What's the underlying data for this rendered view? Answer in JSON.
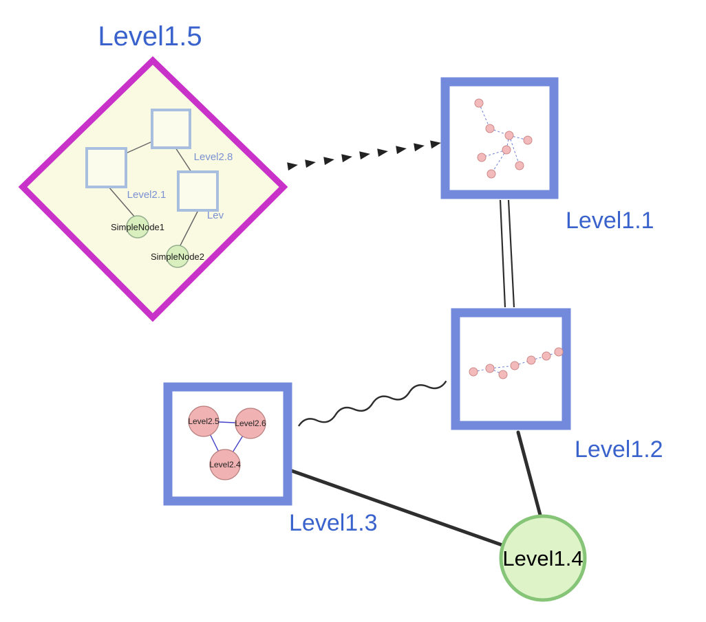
{
  "colors": {
    "label_blue": "#3a62cc",
    "diamond_border": "#c832c8",
    "diamond_fill": "#fafae2",
    "group_box_border": "#7289dc",
    "inner_square_border": "#a8bede",
    "simple_node_green": "#d9efbe",
    "big_green_fill": "#def3c8",
    "big_green_border": "#86c478",
    "pink_node_fill": "#f0b2b2",
    "edge_dark": "#2e2e2e"
  },
  "group_diamond": {
    "label": "Level1.5",
    "squares": [
      {
        "label": "Level2.8"
      },
      {
        "label": "Level2.1"
      },
      {
        "label": "Lev"
      }
    ],
    "simple_nodes": [
      {
        "label": "SimpleNode1"
      },
      {
        "label": "SimpleNode2"
      }
    ]
  },
  "nodes": {
    "level1_1": {
      "label": "Level1.1"
    },
    "level1_2": {
      "label": "Level1.2"
    },
    "level1_3": {
      "label": "Level1.3",
      "children": [
        {
          "label": "Level2.5"
        },
        {
          "label": "Level2.6"
        },
        {
          "label": "Level2.4"
        }
      ]
    },
    "level1_4": {
      "label": "Level1.4"
    }
  }
}
